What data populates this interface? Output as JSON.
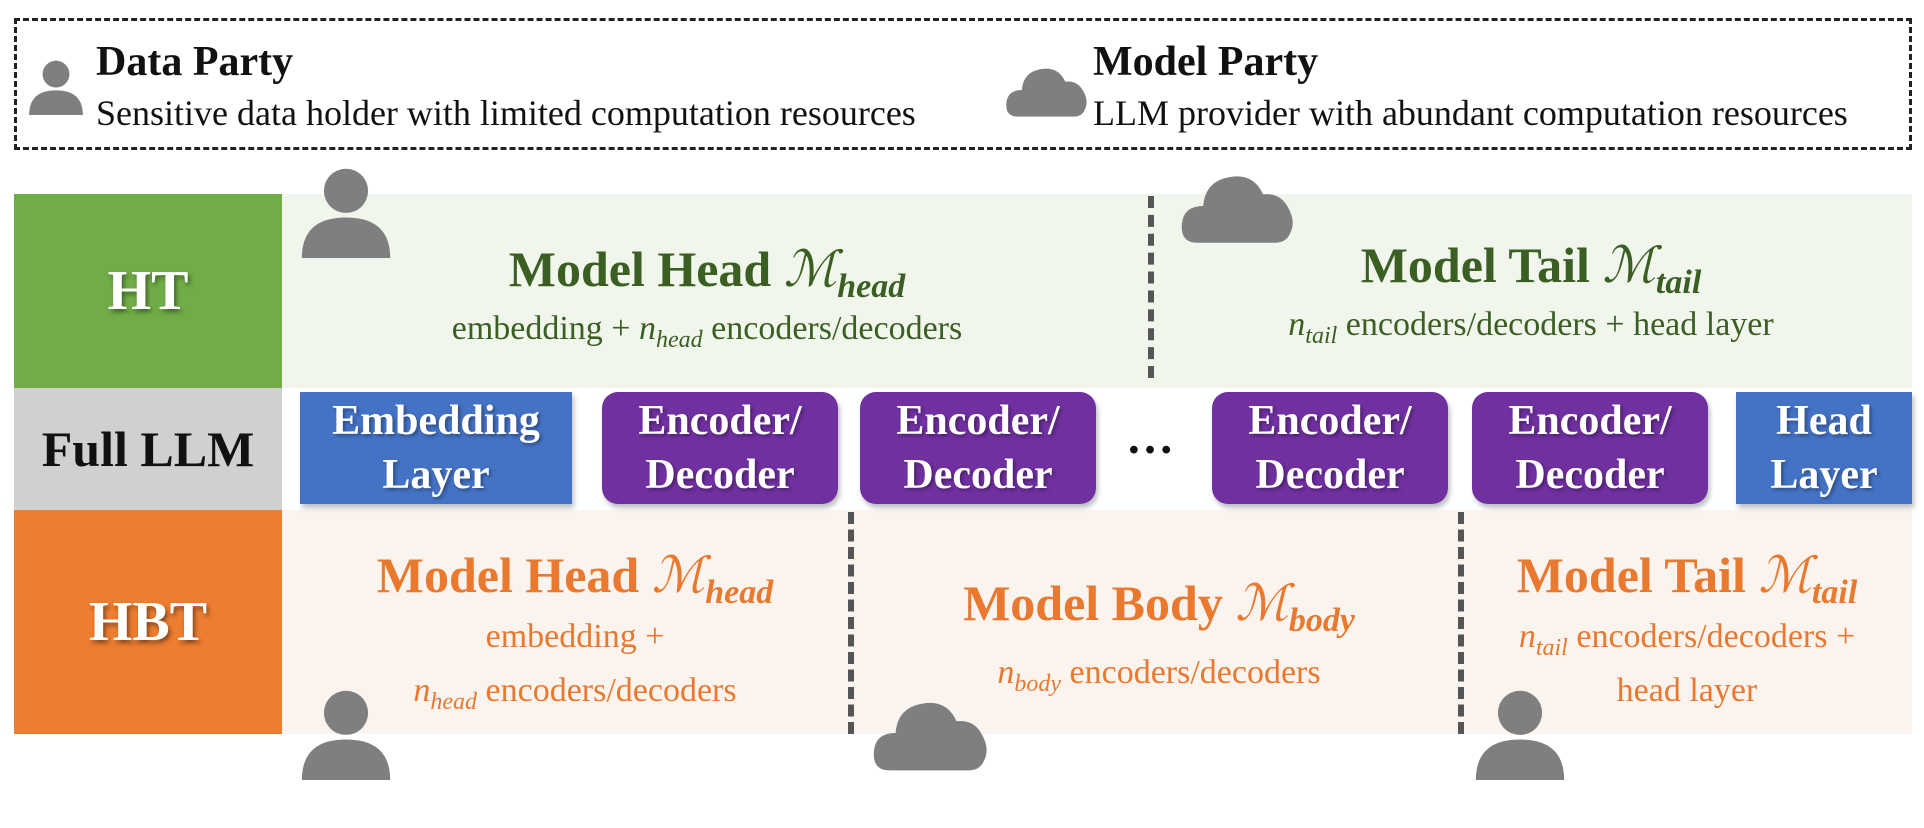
{
  "legend": {
    "data_party": {
      "title": "Data Party",
      "desc": "Sensitive data holder with limited computation resources"
    },
    "model_party": {
      "title": "Model Party",
      "desc": "LLM provider with abundant computation resources"
    }
  },
  "rows": {
    "ht": {
      "label": "HT"
    },
    "full": {
      "label": "Full LLM"
    },
    "hbt": {
      "label": "HBT"
    }
  },
  "ht": {
    "head": {
      "title": "Model Head ",
      "sym": "ℳ",
      "sub": "head",
      "desc_pre": "embedding + ",
      "n": "n",
      "n_sub": "head",
      "desc_post": " encoders/decoders"
    },
    "tail": {
      "title": "Model Tail ",
      "sym": "ℳ",
      "sub": "tail",
      "n": "n",
      "n_sub": "tail",
      "desc_post": " encoders/decoders + head layer"
    }
  },
  "full_llm": {
    "blocks": [
      {
        "line1": "Embedding",
        "line2": "Layer"
      },
      {
        "line1": "Encoder/",
        "line2": "Decoder"
      },
      {
        "line1": "Encoder/",
        "line2": "Decoder"
      },
      {
        "line1": "Encoder/",
        "line2": "Decoder"
      },
      {
        "line1": "Encoder/",
        "line2": "Decoder"
      },
      {
        "line1": "Head",
        "line2": "Layer"
      }
    ],
    "ellipsis": "…"
  },
  "hbt": {
    "head": {
      "title": "Model Head ",
      "sym": "ℳ",
      "sub": "head",
      "line1": "embedding +",
      "n": "n",
      "n_sub": "head",
      "line2_post": " encoders/decoders"
    },
    "body": {
      "title": "Model Body ",
      "sym": "ℳ",
      "sub": "body",
      "n": "n",
      "n_sub": "body",
      "desc_post": " encoders/decoders"
    },
    "tail": {
      "title": "Model Tail ",
      "sym": "ℳ",
      "sub": "tail",
      "n": "n",
      "n_sub": "tail",
      "line1_post": " encoders/decoders +",
      "line2": "head layer"
    }
  },
  "icons": [
    "person-icon",
    "cloud-icon"
  ],
  "colors": {
    "ht_label": "#70ad47",
    "ht_panel": "#f1f6ec",
    "full_label": "#d0d0d0",
    "hbt_label": "#ed7d31",
    "hbt_panel": "#fbf3ee",
    "blue_block": "#4472c4",
    "purple_block": "#7030a0",
    "icon_gray": "#7f7f7f"
  }
}
